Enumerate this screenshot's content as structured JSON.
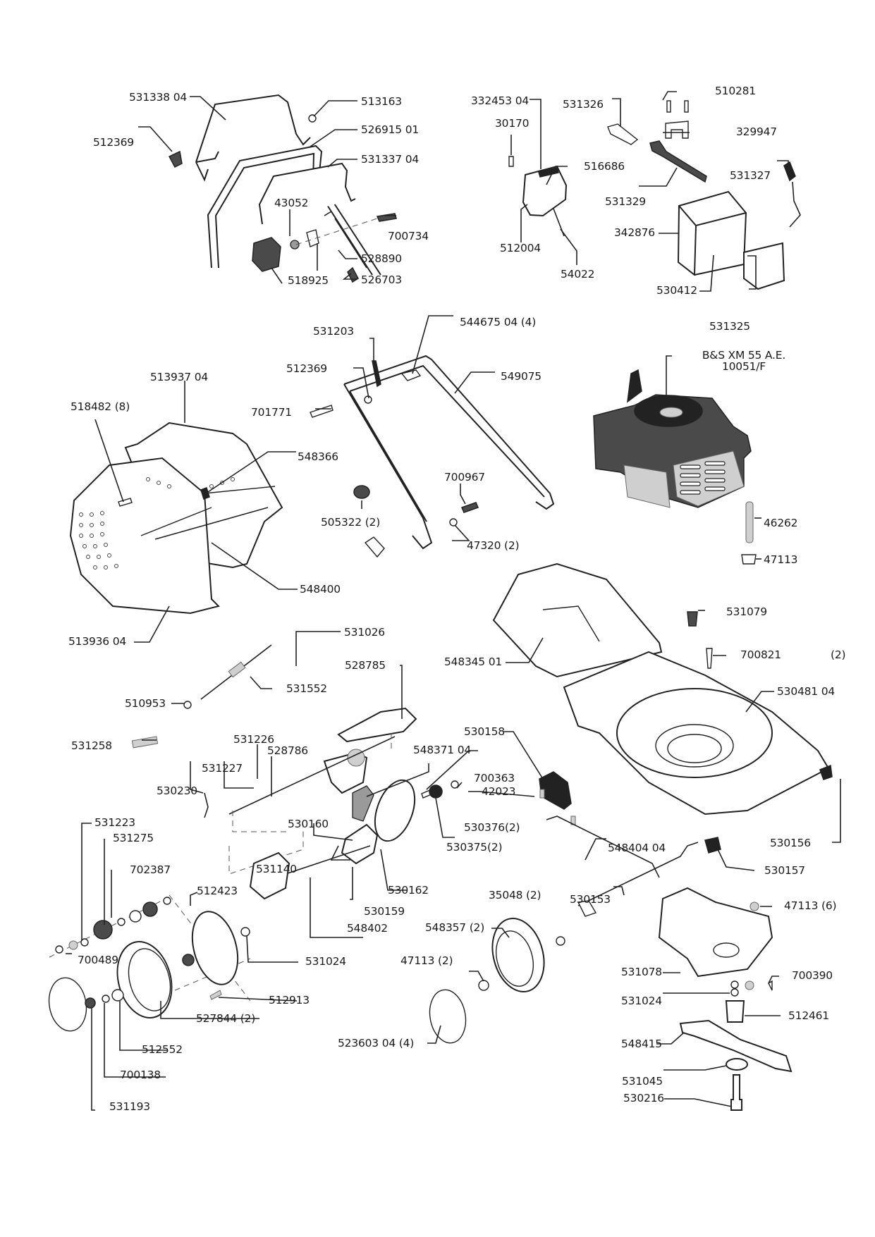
{
  "diagram": {
    "type": "exploded-parts-diagram",
    "subject": "lawn mower",
    "engine_label_line1": "B&S XM 55 A.E.",
    "engine_label_line2": "10051/F"
  },
  "labels": {
    "p531338_04": "531338 04",
    "p513163": "513163",
    "p526915_01": "526915 01",
    "p512369_a": "512369",
    "p531337_04": "531337 04",
    "p43052": "43052",
    "p700734": "700734",
    "p528890": "528890",
    "p518925": "518925",
    "p526703": "526703",
    "p332453_04": "332453 04",
    "p531326": "531326",
    "p510281": "510281",
    "p30170": "30170",
    "p329947": "329947",
    "p516686": "516686",
    "p531327": "531327",
    "p531329": "531329",
    "p342876": "342876",
    "p512004": "512004",
    "p54022": "54022",
    "p530412": "530412",
    "p531325": "531325",
    "p531203": "531203",
    "p544675_04": "544675 04 (4)",
    "p512369_b": "512369",
    "p549075": "549075",
    "p513937_04": "513937 04",
    "p701771": "701771",
    "p518482": "518482 (8)",
    "p548366": "548366",
    "p700967": "700967",
    "p505322": "505322 (2)",
    "p47320": "47320 (2)",
    "p46262": "46262",
    "p47113_a": "47113",
    "p548400": "548400",
    "p531079": "531079",
    "p700821": "700821",
    "p700821_qty": "(2)",
    "p513936_04": "513936 04",
    "p531026": "531026",
    "p548345_01": "548345 01",
    "p528785": "528785",
    "p531552": "531552",
    "p530481_04": "530481 04",
    "p510953": "510953",
    "p531258": "531258",
    "p531226": "531226",
    "p530158": "530158",
    "p531227": "531227",
    "p528786": "528786",
    "p548371_04": "548371 04",
    "p530230": "530230",
    "p700363": "700363",
    "p42023": "42023",
    "p531223": "531223",
    "p530160": "530160",
    "p530376": "530376(2)",
    "p530375": "530375(2)",
    "p530156": "530156",
    "p531275": "531275",
    "p548404_04": "548404 04",
    "p702387": "702387",
    "p531140": "531140",
    "p530157": "530157",
    "p512423": "512423",
    "p530162": "530162",
    "p35048": "35048 (2)",
    "p530153": "530153",
    "p47113_b": "47113 (6)",
    "p530159": "530159",
    "p548402": "548402",
    "p548357": "548357 (2)",
    "p700489": "700489",
    "p531024_a": "531024",
    "p531078": "531078",
    "p700390": "700390",
    "p47113_c": "47113 (2)",
    "p512913": "512913",
    "p531024_b": "531024",
    "p512461": "512461",
    "p527844": "527844 (2)",
    "p523603_04": "523603 04 (4)",
    "p548415": "548415",
    "p512552": "512552",
    "p531045": "531045",
    "p700138": "700138",
    "p530216": "530216",
    "p531193": "531193"
  }
}
